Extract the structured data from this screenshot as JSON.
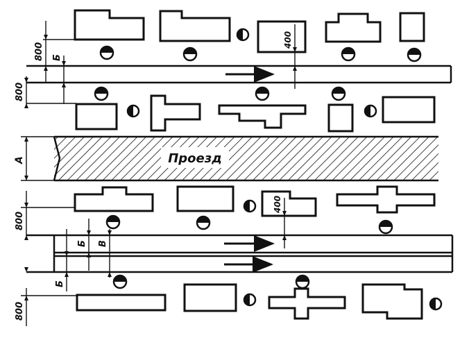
{
  "diagram": {
    "colors": {
      "ink": "#111111",
      "paper": "#ffffff"
    },
    "labels": {
      "passage": "Проезд",
      "dim_800": "800",
      "dim_b": "Б",
      "dim_a": "А",
      "dim_v": "В",
      "dim_400": "400"
    }
  }
}
